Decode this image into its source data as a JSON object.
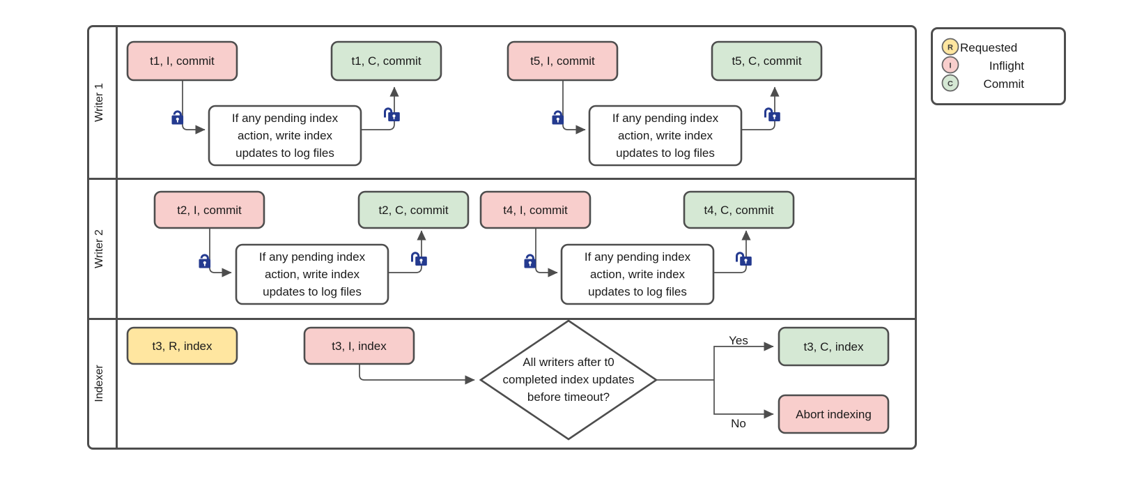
{
  "diagram": {
    "title": "Writer/Indexer lane flow diagram",
    "colors": {
      "inflight_fill": "#f8cecc",
      "commit_fill": "#d5e8d4",
      "requested_fill": "#ffe6a0",
      "plain_fill": "#ffffff",
      "stroke": "#4d4d4d",
      "lock": "#243a8f",
      "text": "#1a1a1a"
    },
    "lanes": [
      {
        "label": "Writer 1"
      },
      {
        "label": "Writer 2"
      },
      {
        "label": "Indexer"
      }
    ],
    "writer1": {
      "inflight_1": "t1, I, commit",
      "commit_1": "t1, C, commit",
      "task_1": "If any pending index\naction, write index\nupdates to log files",
      "inflight_2": "t5, I, commit",
      "commit_2": "t5, C, commit",
      "task_2": "If any pending index\naction, write index\nupdates to log files"
    },
    "writer2": {
      "inflight_1": "t2, I, commit",
      "commit_1": "t2, C, commit",
      "task_1": "If any pending index\naction, write index\nupdates to log files",
      "inflight_2": "t4, I, commit",
      "commit_2": "t4, C, commit",
      "task_2": "If any pending index\naction, write index\nupdates to log files"
    },
    "indexer": {
      "requested": "t3, R, index",
      "inflight": "t3, I, index",
      "decision": "All writers after t0\ncompleted index updates\nbefore timeout?",
      "yes_label": "Yes",
      "no_label": "No",
      "commit": "t3, C, index",
      "abort": "Abort indexing"
    },
    "task_lines": [
      "If any pending index",
      "action, write index",
      "updates to log files"
    ],
    "decision_lines": [
      "All writers after t0",
      "completed index updates",
      "before timeout?"
    ],
    "legend": {
      "items": [
        {
          "glyph": "R",
          "label": "Requested",
          "fill": "#ffe6a0"
        },
        {
          "glyph": "I",
          "label": "Inflight",
          "fill": "#f8cecc"
        },
        {
          "glyph": "C",
          "label": "Commit",
          "fill": "#d5e8d4"
        }
      ]
    },
    "icons": {
      "lock_closed": "lock-closed-icon",
      "lock_open": "lock-open-icon"
    }
  }
}
